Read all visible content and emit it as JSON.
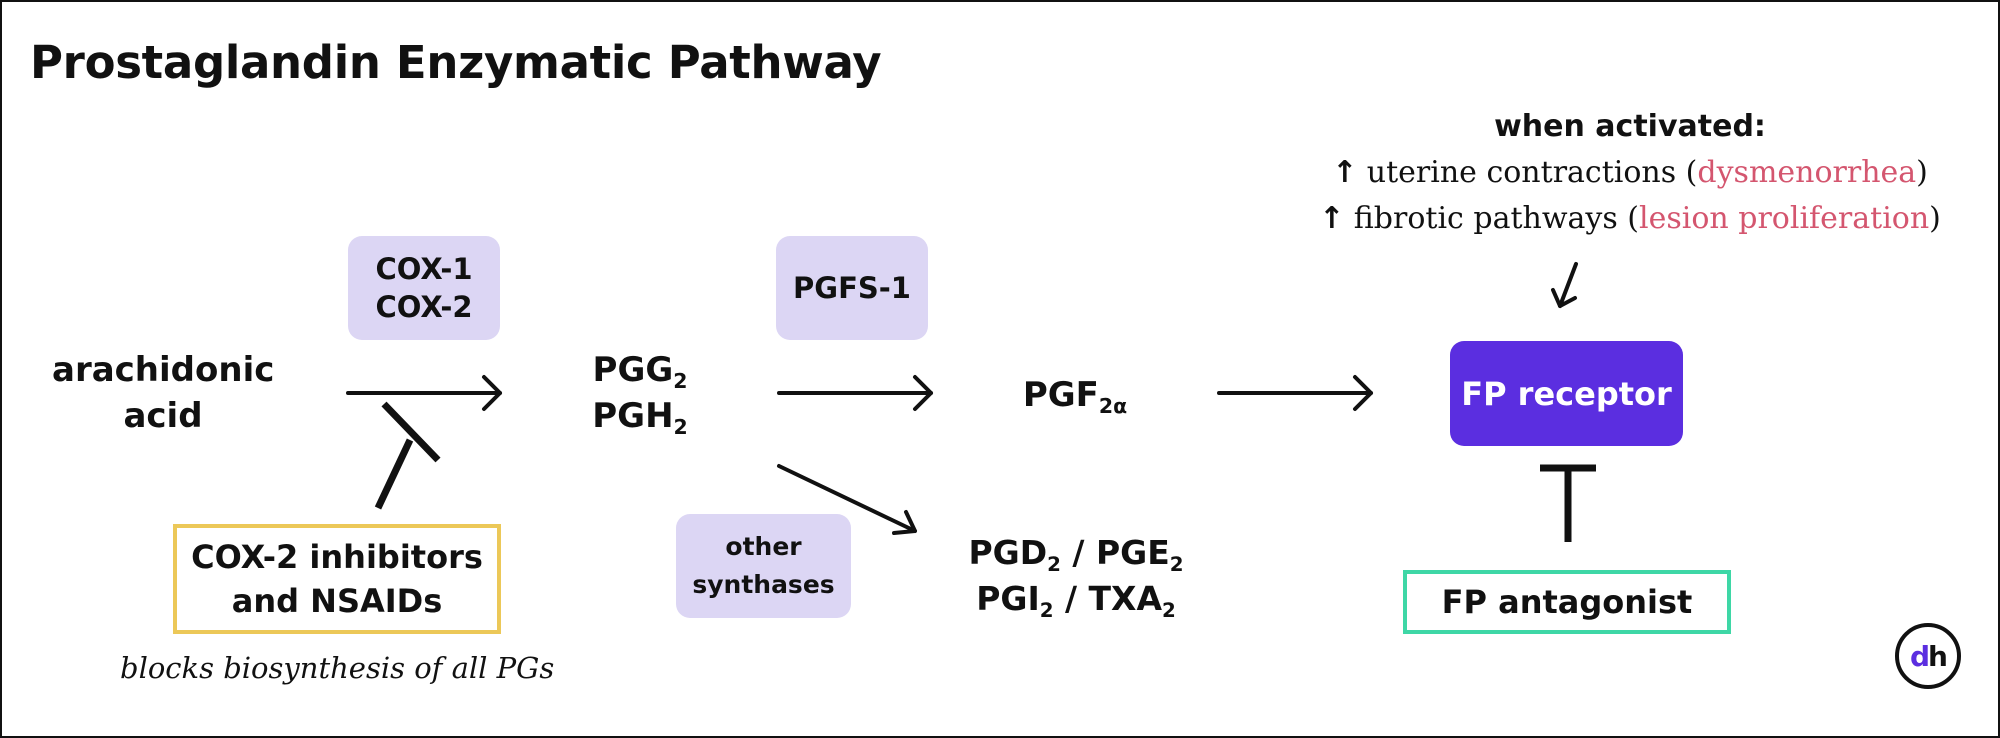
{
  "title": "Prostaglandin Enzymatic Pathway",
  "substrate": {
    "line1": "arachidonic",
    "line2": "acid"
  },
  "cox_enzymes": {
    "line1": "COX-1",
    "line2": "COX-2"
  },
  "intermediates": {
    "pgg": {
      "base": "PGG",
      "sub": "2"
    },
    "pgh": {
      "base": "PGH",
      "sub": "2"
    }
  },
  "pgfs_enzyme": "PGFS-1",
  "pgf": {
    "base": "PGF",
    "sub": "2α"
  },
  "other_synthases": {
    "line1": "other",
    "line2": "synthases"
  },
  "other_products": {
    "pgd": {
      "base": "PGD",
      "sub": "2"
    },
    "sep1": " / ",
    "pge": {
      "base": "PGE",
      "sub": "2"
    },
    "pgi": {
      "base": "PGI",
      "sub": "2"
    },
    "sep2": " / ",
    "txa": {
      "base": "TXA",
      "sub": "2"
    }
  },
  "inhibitor_box": {
    "line1": "COX-2 inhibitors",
    "line2": "and NSAIDs"
  },
  "inhibitor_note": "blocks biosynthesis of all PGs",
  "receptor": "FP receptor",
  "antagonist": "FP antagonist",
  "activation": {
    "heading": "when activated:",
    "effect1": {
      "arrow": "↑",
      "text": " uterine contractions (",
      "highlight": "dysmenorrhea",
      "close": ")"
    },
    "effect2": {
      "arrow": "↑",
      "text": " fibrotic pathways (",
      "highlight": "lesion proliferation",
      "close": ")"
    }
  },
  "logo": {
    "d": "d",
    "h": "h"
  },
  "colors": {
    "enzyme_fill": "#dcd6f4",
    "receptor_fill": "#5b2ee0",
    "inhibitor_border": "#ecc858",
    "antagonist_border": "#3ed7a6",
    "highlight_text": "#d4566f"
  },
  "icons": [
    "up-arrow-icon",
    "inhibition-t-icon",
    "dh-logo-icon"
  ]
}
